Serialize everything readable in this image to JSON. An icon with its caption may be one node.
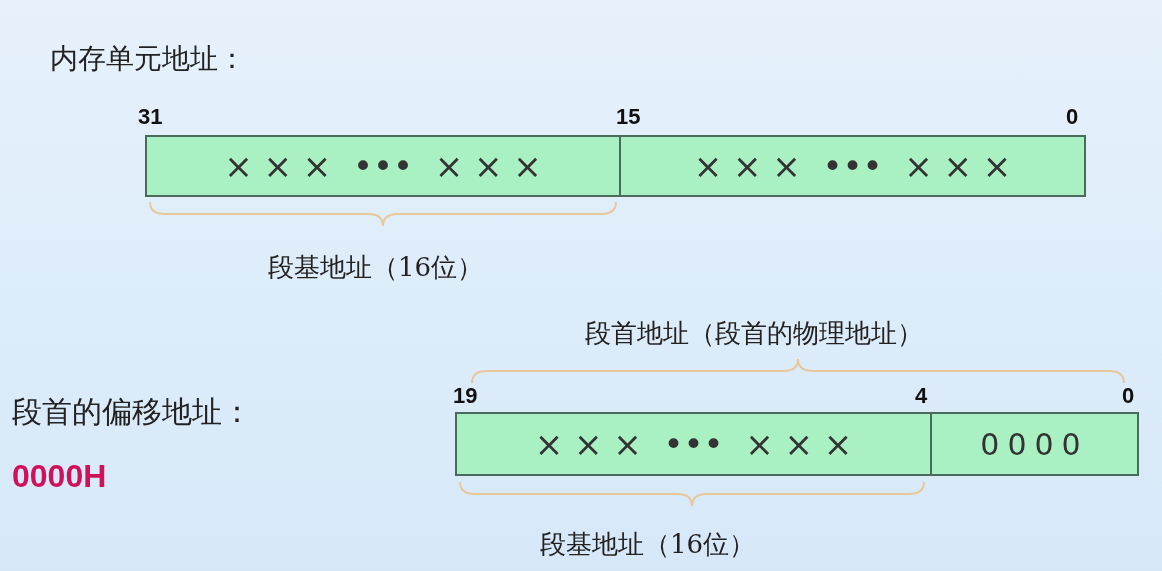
{
  "diagram": {
    "nodes": [
      {
        "text": [
          "× × ×  •••  × × ×"
        ]
      },
      {
        "text": [
          "× × ×  •••  × × ×"
        ]
      },
      {
        "text": [
          "× × ×  •••  × × ×"
        ]
      },
      {
        "text": [
          "0000"
        ]
      }
    ],
    "labels": [
      "内存单元地址：",
      "31",
      "15",
      "0",
      "段基地址（16位）",
      "段首地址（段首的物理地址）",
      "段首的偏移地址：",
      "19",
      "4",
      "0",
      "0000H",
      "段基地址（16位）"
    ]
  }
}
